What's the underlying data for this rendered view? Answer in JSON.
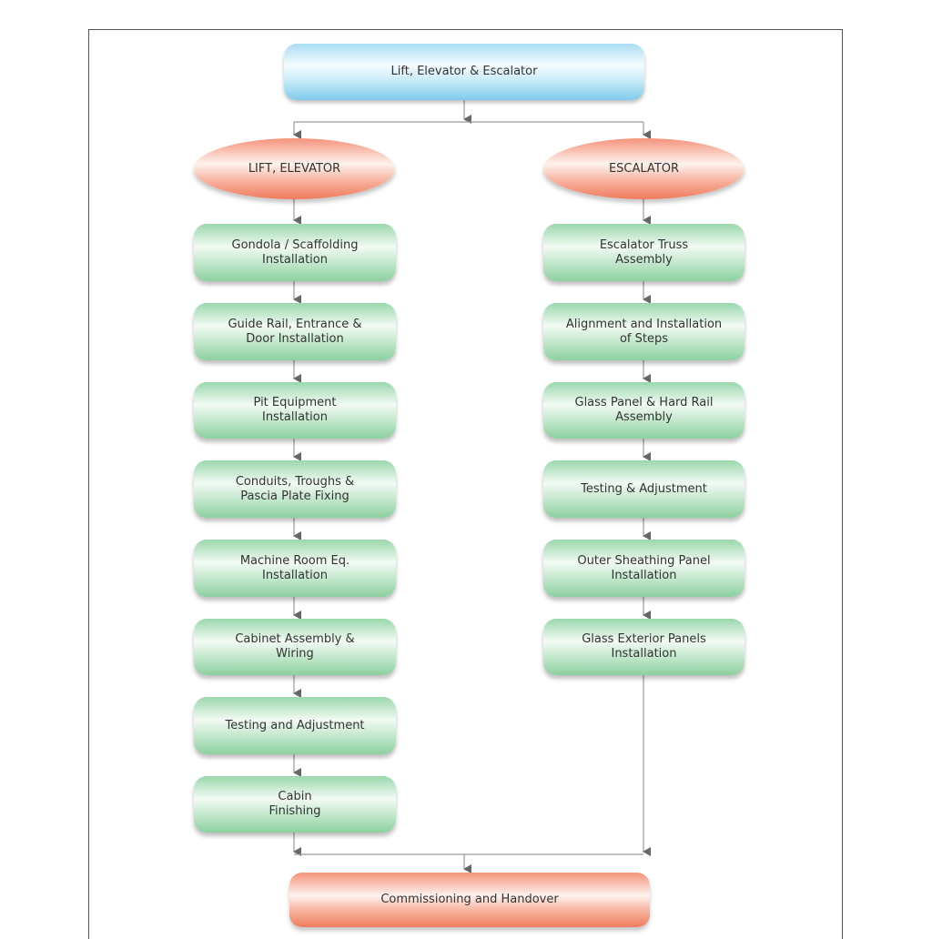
{
  "diagram": {
    "root": "Lift, Elevator & Escalator",
    "branches": [
      {
        "title": "LIFT, ELEVATOR",
        "steps": [
          "Gondola / Scaffolding\nInstallation",
          "Guide Rail, Entrance &\nDoor Installation",
          "Pit Equipment\nInstallation",
          "Conduits, Troughs &\nPascia Plate Fixing",
          "Machine Room Eq.\nInstallation",
          "Cabinet Assembly &\nWiring",
          "Testing and Adjustment",
          "Cabin\nFinishing"
        ]
      },
      {
        "title": "ESCALATOR",
        "steps": [
          "Escalator Truss\nAssembly",
          "Alignment and Installation\nof Steps",
          "Glass Panel & Hard Rail\nAssembly",
          "Testing & Adjustment",
          "Outer Sheathing Panel\nInstallation",
          "Glass Exterior Panels\nInstallation"
        ]
      }
    ],
    "final": "Commissioning and Handover"
  },
  "colors": {
    "root": "#7fcbeb",
    "branch": "#ef7b5e",
    "step": "#8dd09f",
    "final": "#ef7b5e",
    "connector": "#888888",
    "arrowhead": "#666666"
  }
}
